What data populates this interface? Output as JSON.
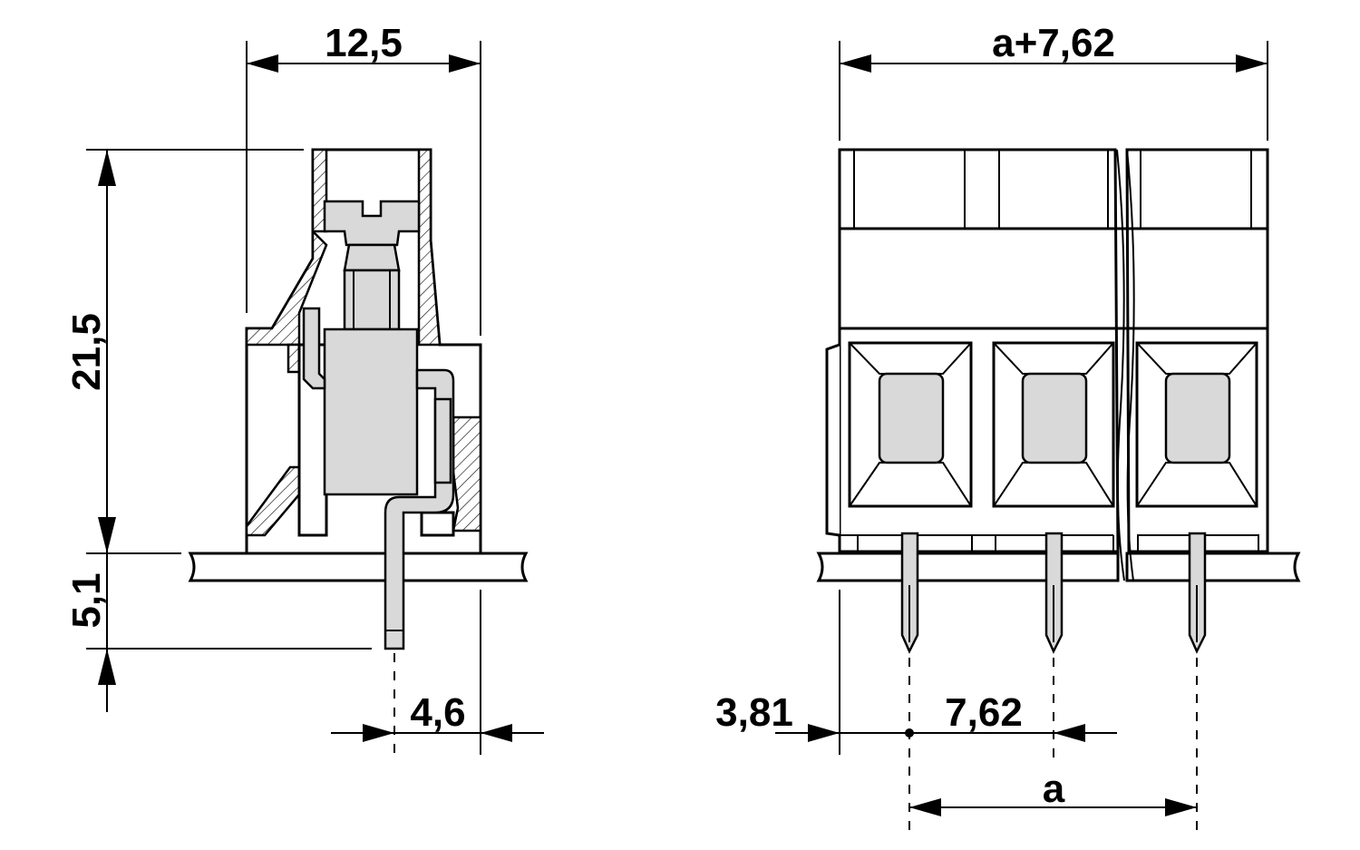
{
  "dimensions": {
    "side_width": "12,5",
    "total_height": "21,5",
    "pin_length": "5,1",
    "pin_offset": "4,6",
    "front_width": "a+7,62",
    "edge_offset": "3,81",
    "pitch": "7,62",
    "pitch_span": "a"
  },
  "colors": {
    "line": "#000000",
    "fill_grey": "#d9d9d9",
    "background": "#ffffff"
  }
}
